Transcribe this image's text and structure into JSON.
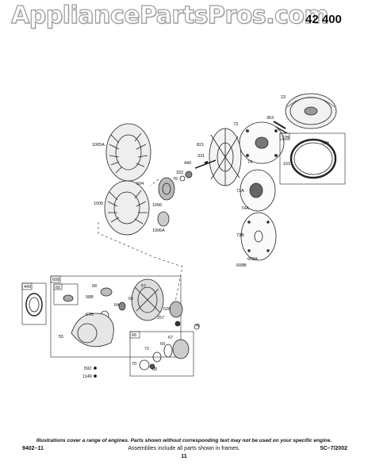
{
  "header": {
    "watermark": "AppliancePartsPros.com",
    "model": "42 400"
  },
  "parts": {
    "p23": "23",
    "p73": "73",
    "p363": "363",
    "p72b": "72B",
    "p695": "695",
    "p161": "161",
    "p1005a": "1005A",
    "p821": "821",
    "p331": "331",
    "p440": "440",
    "p74": "74",
    "p332": "332",
    "p76": "76",
    "p604": "604",
    "p1006": "1006",
    "p1005": "1005",
    "p1006a": "1006A",
    "p73a": "73A",
    "p74a": "74A",
    "p73b": "73B",
    "p608a": "608A",
    "p608b": "608B",
    "p449": "449",
    "p608": "608",
    "p60": "60",
    "p58": "58",
    "p58b": "58B",
    "p57": "57",
    "p65": "65",
    "p67b": "67B",
    "p64": "64",
    "p526": "526",
    "p55": "55",
    "p257": "257",
    "p75": "75",
    "p66": "66",
    "p67": "67",
    "p69": "69",
    "p71": "71",
    "p70": "70",
    "p68": "68",
    "p592": "592",
    "p1149": "1149"
  },
  "footer": {
    "note": "Illustrations cover a range of engines. Parts shown without corresponding text may not be used on your specific engine.",
    "left": "9402–11",
    "middle": "Assemblies include all parts shown in frames.",
    "right": "5C–7/2002",
    "page": "11"
  }
}
